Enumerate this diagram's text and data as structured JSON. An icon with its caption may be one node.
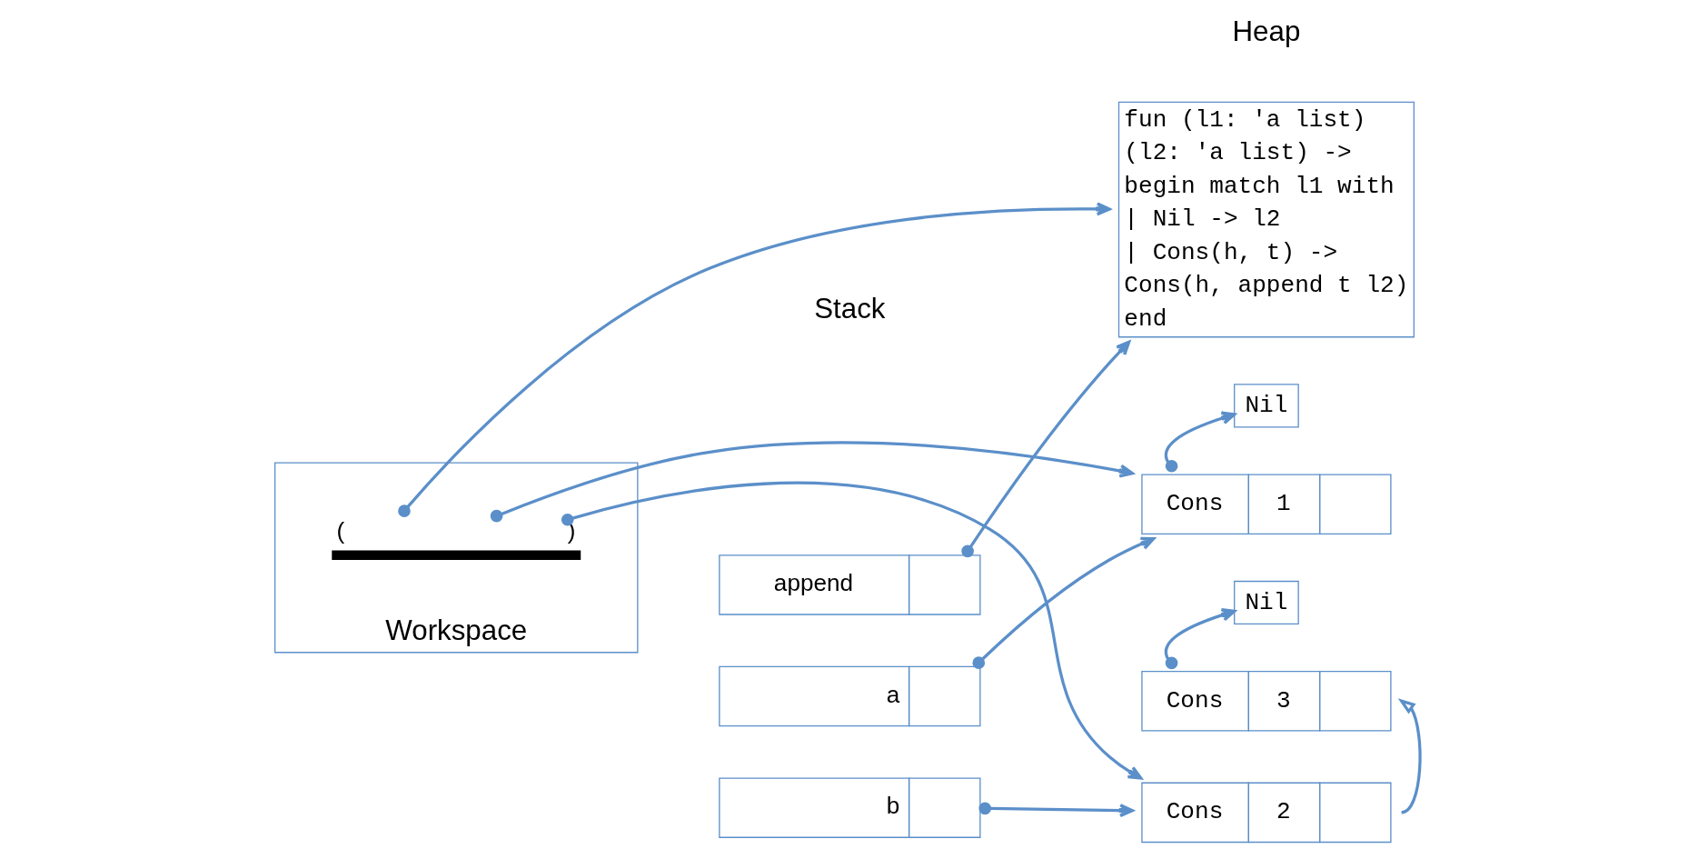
{
  "diagram": {
    "nodes": [
      {
        "text": [
          "Workspace"
        ]
      },
      {
        "text": [
          "(",
          ")"
        ],
        "in": 0
      },
      {
        "text": [
          "append"
        ]
      },
      {
        "text": [
          "a"
        ]
      },
      {
        "text": [
          "b"
        ]
      },
      {
        "text": [
          "fun (l1: 'a list)",
          "(l2: 'a list) ->",
          "begin match l1 with",
          "| Nil -> l2",
          "| Cons(h, t) ->",
          "Cons(h, append t l2)",
          "end"
        ]
      },
      {
        "text": [
          "Nil"
        ]
      },
      {
        "text": [
          "Cons",
          "1"
        ]
      },
      {
        "text": [
          "Nil"
        ]
      },
      {
        "text": [
          "Cons",
          "3"
        ]
      },
      {
        "text": [
          "Cons",
          "2"
        ]
      }
    ],
    "edges": [
      {
        "from": 1,
        "to": 5,
        "arrow": "to"
      },
      {
        "from": 1,
        "to": 7,
        "arrow": "to"
      },
      {
        "from": 1,
        "to": 10,
        "arrow": "to"
      },
      {
        "from": 2,
        "to": 5,
        "arrow": "to"
      },
      {
        "from": 3,
        "to": 7,
        "arrow": "to"
      },
      {
        "from": 4,
        "to": 10,
        "arrow": "to"
      },
      {
        "from": 7,
        "to": 6,
        "arrow": "to"
      },
      {
        "from": 9,
        "to": 8,
        "arrow": "to"
      },
      {
        "from": 10,
        "to": 9,
        "arrow": "to"
      }
    ],
    "labels": [
      "Stack",
      "Heap"
    ]
  }
}
